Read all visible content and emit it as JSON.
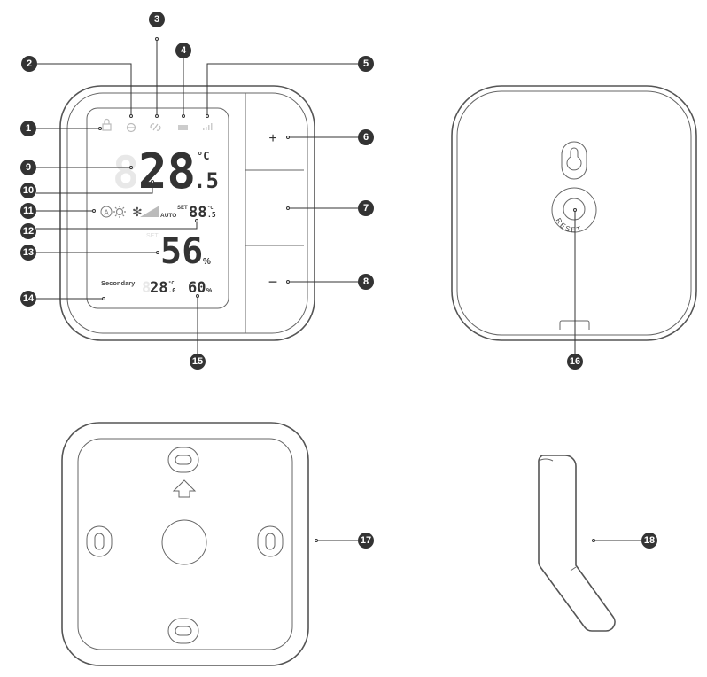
{
  "callouts": [
    "1",
    "2",
    "3",
    "4",
    "5",
    "6",
    "7",
    "8",
    "9",
    "10",
    "11",
    "12",
    "13",
    "14",
    "15",
    "16",
    "17",
    "18"
  ],
  "lcd": {
    "ghost_temp": "8",
    "temperature": "28",
    "temperature_decimal": ".5",
    "temp_unit": "°C",
    "fan_mode": "AUTO",
    "set_label": "SET",
    "set_temperature": "88",
    "set_temperature_decimal": ".5",
    "set_unit": "°C",
    "humidity_set_label": "SET",
    "humidity": "56",
    "humidity_unit": "%",
    "secondary_label": "Secondary",
    "secondary_ghost": "8",
    "secondary_temperature": "28",
    "secondary_temperature_decimal": ".0",
    "secondary_unit": "°C",
    "secondary_humidity": "60",
    "secondary_humidity_unit": "%",
    "mode_auto_glyph": "A"
  },
  "buttons": {
    "plus": "+",
    "minus": "−"
  },
  "back": {
    "reset_label": "RESET"
  }
}
